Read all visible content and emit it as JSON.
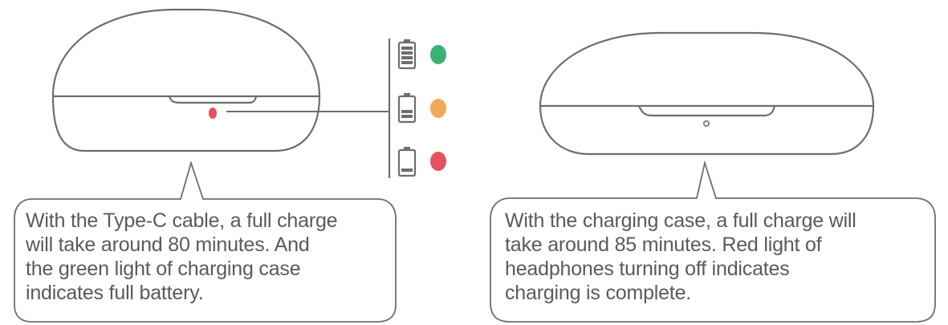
{
  "left_panel": {
    "device": "charging-case-with-indicator",
    "indicator_light_color": "#e8515e",
    "battery_levels": [
      {
        "level": "full",
        "bars": 4,
        "led_color": "#3bb273"
      },
      {
        "level": "medium",
        "bars": 2,
        "led_color": "#f2a85a"
      },
      {
        "level": "low",
        "bars": 1,
        "led_color": "#e8515e"
      }
    ],
    "callout_text": "With the Type-C cable, a full charge\nwill take around 80 minutes. And\nthe green light of charging case\nindicates full battery."
  },
  "right_panel": {
    "device": "charging-case",
    "callout_text": "With the charging case,  a full charge will\ntake around 85 minutes. Red light of\nheadphones turning off indicates\ncharging is complete."
  },
  "colors": {
    "line": "#6e6e6e",
    "text": "#5a5a5a",
    "background": "#ffffff"
  }
}
